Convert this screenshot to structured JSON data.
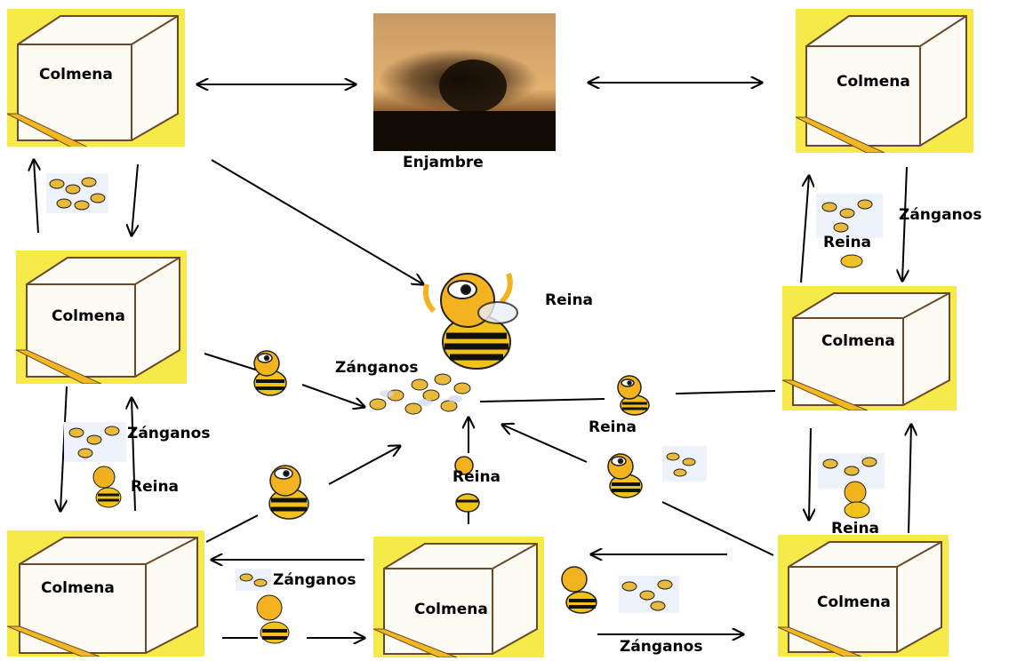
{
  "hive_label": "Colmena",
  "swarm_label": "Enjambre",
  "labels": {
    "reina_center": "Reina",
    "zanganos_center": "Zánganos",
    "zanganos_top_right": "Zánganos",
    "reina_top_right": "Reina",
    "zanganos_left": "Zánganos",
    "reina_left": "Reina",
    "reina_mid_right": "Reina",
    "reina_bottom_mid": "Reina",
    "reina_right": "Reina",
    "zanganos_bottom_left": "Zánganos",
    "zanganos_bottom_right": "Zánganos"
  }
}
